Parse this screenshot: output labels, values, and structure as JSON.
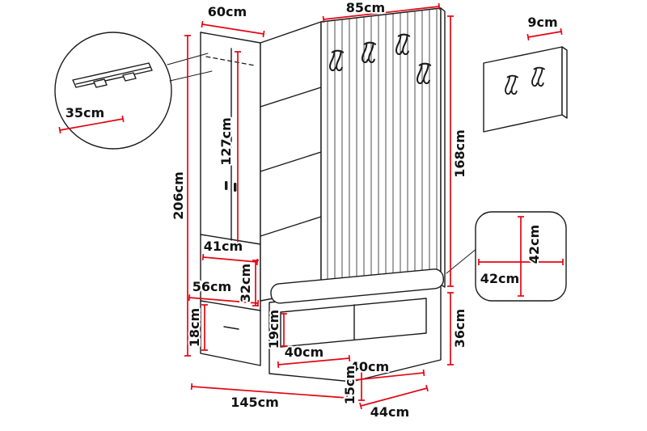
{
  "diagram": {
    "background_color": "#ffffff",
    "outline_color": "#1a1a1a",
    "dimension_color": "#e30613",
    "measurements": {
      "rail_detail": "35cm",
      "wardrobe_width": "60cm",
      "total_height": "206cm",
      "mirror_door_height": "127cm",
      "inner_niche_width": "41cm",
      "lower_shelf_width": "56cm",
      "niche_height": "32cm",
      "drawer_height": "18cm",
      "panel_width": "85cm",
      "panel_height": "168cm",
      "wall_panel_depth": "9cm",
      "hook_spacing_vertical": "42cm",
      "hook_spacing_horizontal": "42cm",
      "bench_height": "36cm",
      "bench_niche_height": "19cm",
      "bench_compartment_left": "40cm",
      "bench_compartment_right": "40cm",
      "plinth_height": "15cm",
      "total_width": "145cm",
      "total_depth": "44cm"
    }
  }
}
